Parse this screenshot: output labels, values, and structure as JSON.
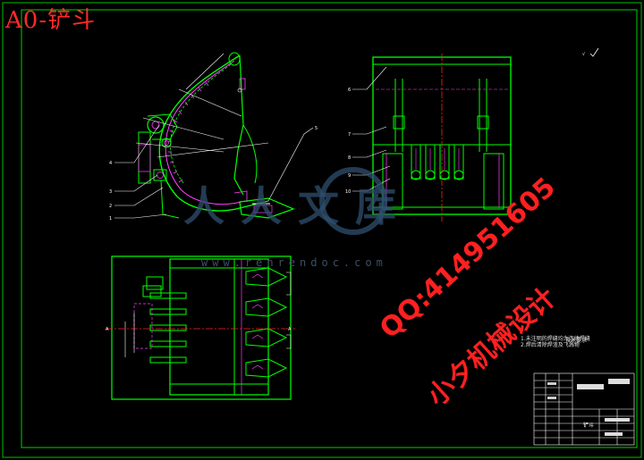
{
  "drawing": {
    "title": "A0-铲斗",
    "colors": {
      "background": "#000000",
      "frame": "#00d000",
      "outline": "#00ff00",
      "detail": "#ff40ff",
      "center_line": "#ff2020",
      "leader": "#ffffff",
      "dimension": "#ffffff"
    }
  },
  "watermarks": {
    "site": "www.renrendoc.com",
    "qq": "QQ:414951605",
    "name": "小夕机械设计",
    "logo": "人人文库"
  },
  "tech_requirements": {
    "title": "技术要求",
    "lines": [
      "1.未注明的焊缝均为连续焊缝",
      "2.焊后清除焊渣及飞溅物"
    ]
  },
  "title_block": {
    "drawing_name": "铲斗"
  }
}
